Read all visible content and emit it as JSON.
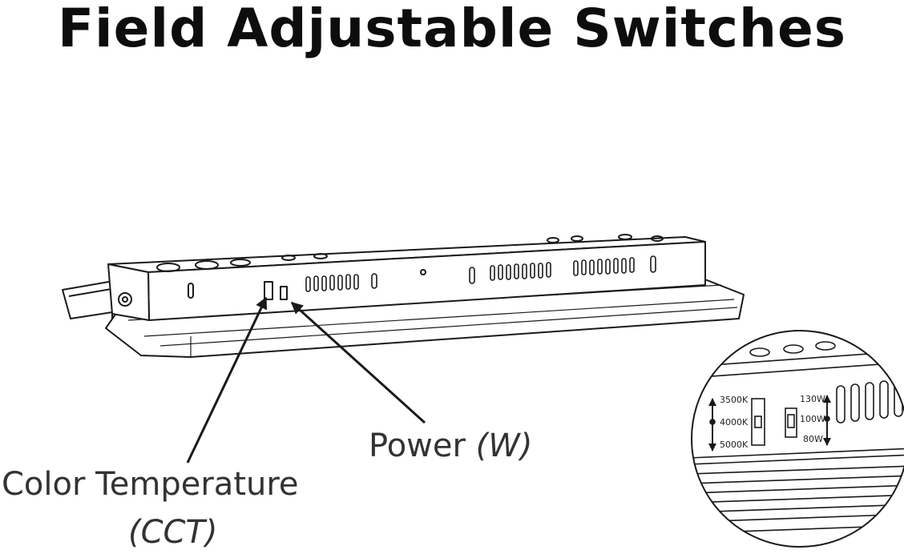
{
  "title": "Field Adjustable Switches",
  "callouts": {
    "power": {
      "label": "Power",
      "unit": "(W)"
    },
    "color_temperature": {
      "label": "Color Temperature",
      "unit": "(CCT)"
    }
  },
  "inset": {
    "cct_options": [
      "3500K",
      "4000K",
      "5000K"
    ],
    "wattage_options": [
      "130W",
      "100W",
      "80W"
    ]
  },
  "colors": {
    "line": "#1a1a1a",
    "text": "#333333"
  }
}
